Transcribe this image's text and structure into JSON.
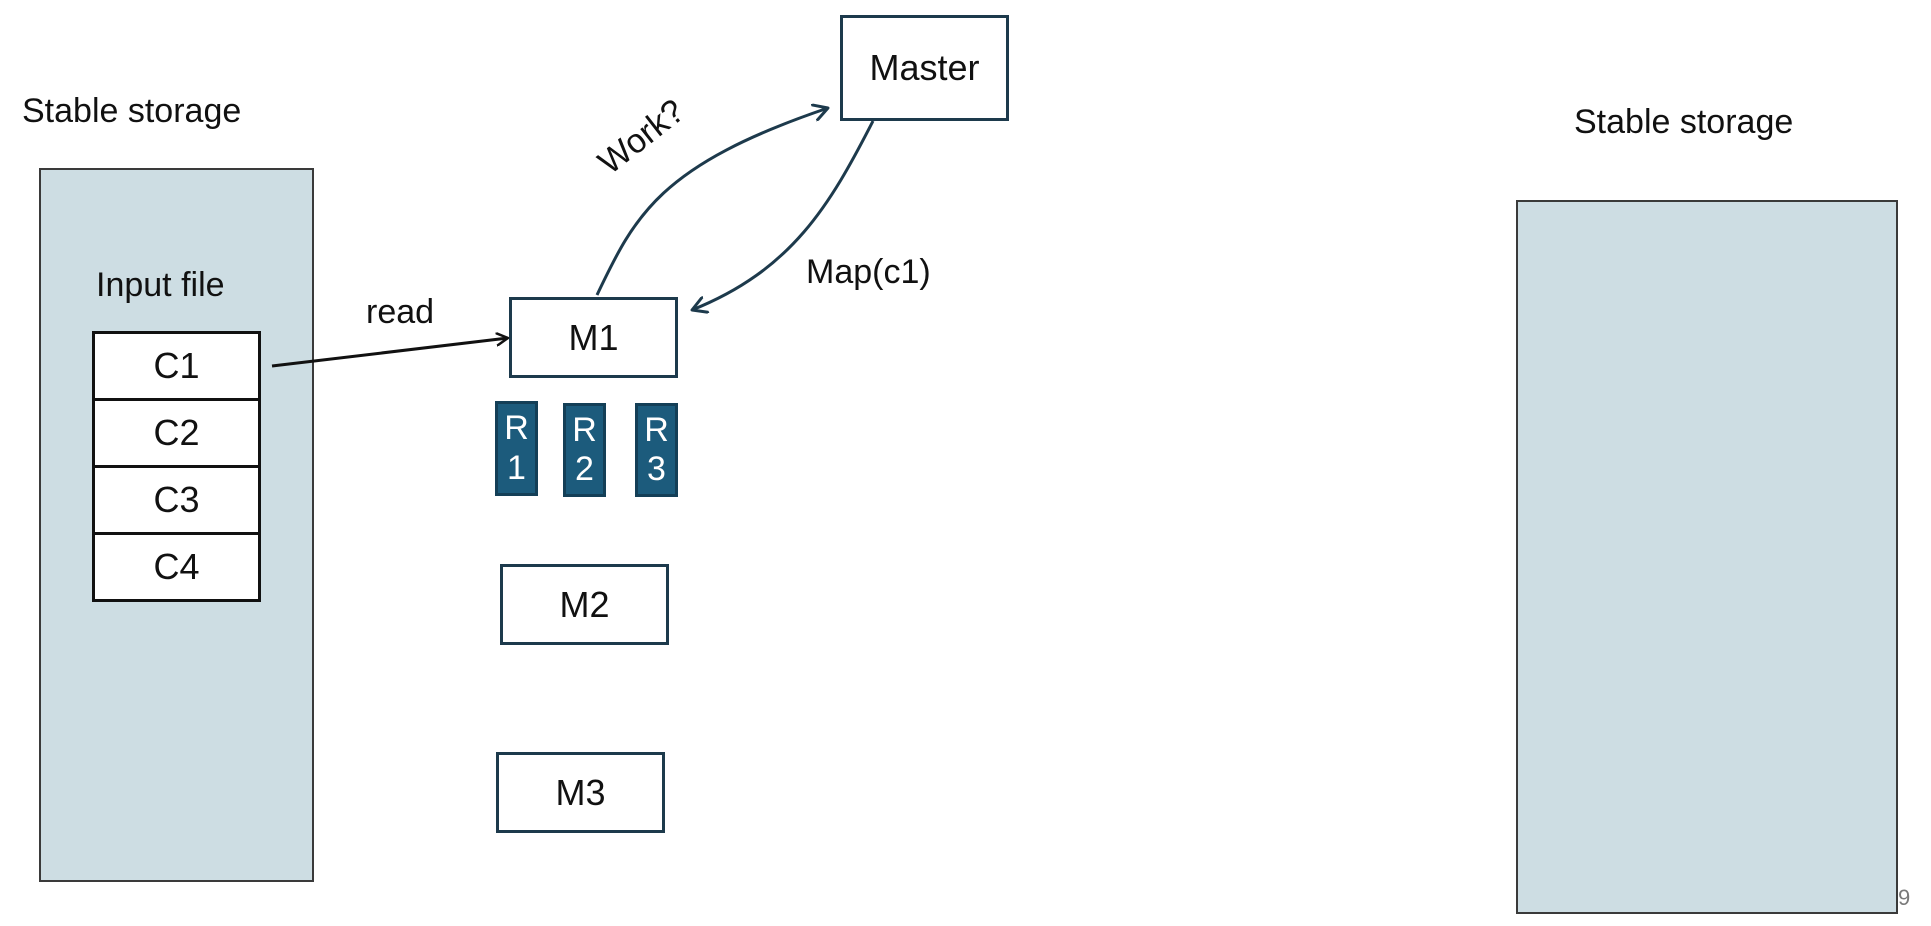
{
  "left_storage": {
    "title": "Stable storage",
    "input_file_label": "Input file",
    "chunks": [
      "C1",
      "C2",
      "C3",
      "C4"
    ]
  },
  "right_storage": {
    "title": "Stable storage"
  },
  "master": {
    "label": "Master"
  },
  "mappers": [
    {
      "label": "M1"
    },
    {
      "label": "M2"
    },
    {
      "label": "M3"
    }
  ],
  "reduce_partitions": [
    {
      "letter": "R",
      "number": "1"
    },
    {
      "letter": "R",
      "number": "2"
    },
    {
      "letter": "R",
      "number": "3"
    }
  ],
  "edges": {
    "read": "read",
    "work_request": "Work?",
    "assignment": "Map(c1)"
  },
  "slide_number": "9",
  "colors": {
    "storage_fill": "#cddde3",
    "partition_fill": "#1c5b7c",
    "arrow": "#1d3a4c"
  }
}
